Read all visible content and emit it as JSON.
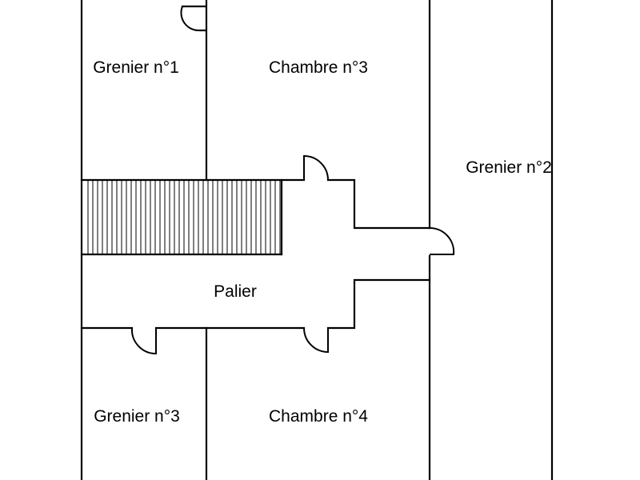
{
  "plan": {
    "rooms": [
      {
        "id": "grenier-1",
        "label": "Grenier n°1"
      },
      {
        "id": "chambre-3",
        "label": "Chambre n°3"
      },
      {
        "id": "grenier-2",
        "label": "Grenier n°2"
      },
      {
        "id": "palier",
        "label": "Palier"
      },
      {
        "id": "grenier-3",
        "label": "Grenier n°3"
      },
      {
        "id": "chambre-4",
        "label": "Chambre n°4"
      }
    ],
    "stair_tread_count": 40,
    "line_color": "#000000",
    "background_color": "#ffffff"
  }
}
